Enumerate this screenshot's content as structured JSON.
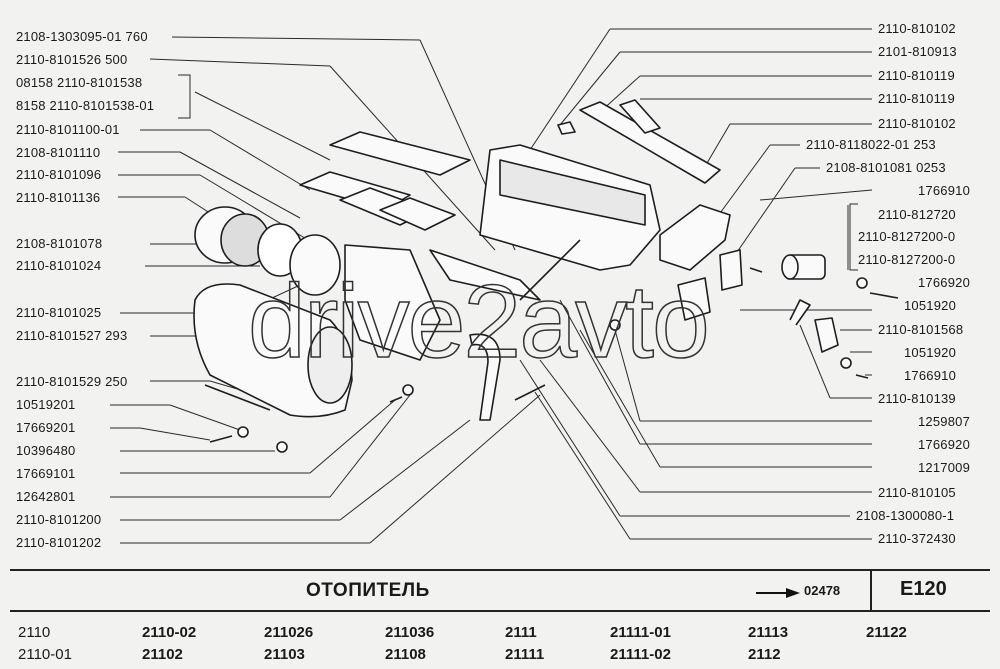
{
  "left_labels": [
    "2108-1303095-01  760",
    "2110-8101526  500",
    "08158  2110-8101538",
    "8158    2110-8101538-01",
    "2110-8101100-01",
    "2108-8101110",
    "2110-8101096",
    "2110-8101136",
    "2108-8101078",
    "2110-8101024",
    "2110-8101025",
    "2110-8101527  293",
    "2110-8101529  250",
    "10519201",
    "17669201",
    "10396480",
    "17669101",
    "12642801",
    "2110-8101200",
    "2110-8101202"
  ],
  "right_labels": [
    "2110-810102",
    "2101-810913",
    "2110-810119",
    "2110-810119",
    "2110-810102",
    "2110-8118022-01  253",
    "2108-8101081  0253",
    "1766910",
    "2110-812720",
    "2110-8127200-0",
    "2110-8127200-0",
    "1766920",
    "1051920",
    "2110-8101568",
    "1051920",
    "1766910",
    "2110-810139",
    "1259807",
    "1766920",
    "1217009",
    "2110-810105",
    "2108-1300080-1",
    "2110-372430"
  ],
  "watermark": "drive2avto",
  "footer": {
    "title": "ОТОПИТЕЛЬ",
    "ref_number": "02478",
    "code": "Е120",
    "models_row1": [
      "2110",
      "2110-02",
      "211026",
      "211036",
      "2111",
      "21111-01",
      "21113",
      "21122"
    ],
    "models_row2": [
      "2110-01",
      "21102",
      "21103",
      "21108",
      "21111",
      "21111-02",
      "2112"
    ]
  }
}
